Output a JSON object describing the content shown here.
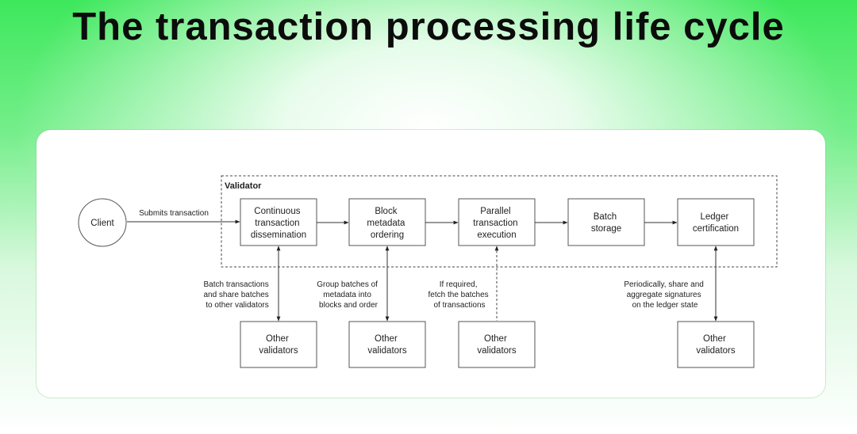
{
  "title": "The transaction processing life cycle",
  "validator_label": "Validator",
  "client_label": "Client",
  "submit_label": "Submits transaction",
  "stages": [
    [
      "Continuous",
      "transaction",
      "dissemination"
    ],
    [
      "Block",
      "metadata",
      "ordering"
    ],
    [
      "Parallel",
      "transaction",
      "execution"
    ],
    [
      "Batch",
      "storage"
    ],
    [
      "Ledger",
      "certification"
    ]
  ],
  "other_validators": [
    "Other",
    "validators"
  ],
  "annotations": [
    [
      "Batch transactions",
      "and share batches",
      "to other validators"
    ],
    [
      "Group batches of",
      "metadata into",
      "blocks and order"
    ],
    [
      "If required,",
      "fetch the batches",
      "of transactions"
    ],
    [
      "Periodically, share and",
      "aggregate signatures",
      "on the ledger state"
    ]
  ],
  "colors": {
    "background_green": "#3ee85c",
    "card": "#ffffff",
    "stroke": "#555555"
  }
}
